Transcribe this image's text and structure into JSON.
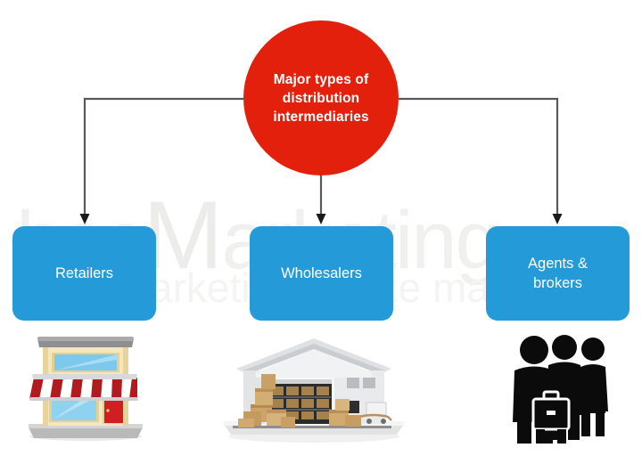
{
  "diagram": {
    "hub": {
      "label": "Major types of distribution intermediaries",
      "line1": "Major types of",
      "line2": "distribution",
      "line3": "intermediaries",
      "color": "#e2200c",
      "text_color": "#ffffff",
      "shape": "circle"
    },
    "nodes": [
      {
        "id": "retailers",
        "label": "Retailers",
        "color": "#249bd8",
        "text_color": "#ffffff",
        "icon": "storefront-icon",
        "icon_alt": "Retail storefront with red and white striped awning"
      },
      {
        "id": "wholesalers",
        "label": "Wholesalers",
        "color": "#249bd8",
        "text_color": "#ffffff",
        "icon": "warehouse-icon",
        "icon_alt": "Warehouse with open bay door and cardboard boxes"
      },
      {
        "id": "agents",
        "label": "Agents & brokers",
        "label_line1": "Agents &",
        "label_line2": "brokers",
        "color": "#249bd8",
        "text_color": "#ffffff",
        "icon": "business-people-icon",
        "icon_alt": "Three business person silhouettes with a briefcase"
      }
    ],
    "connectors": {
      "color": "#595959",
      "style": "elbow-with-arrowhead",
      "count": 3
    },
    "watermark": {
      "primary": "hocMarketing",
      "primary_part1": "hoc",
      "primary_part2": "M",
      "primary_part3": "arketing",
      "secondary": "arketing    marke            mark",
      "color": "#f0f0ef"
    },
    "background_color": "#ffffff"
  }
}
